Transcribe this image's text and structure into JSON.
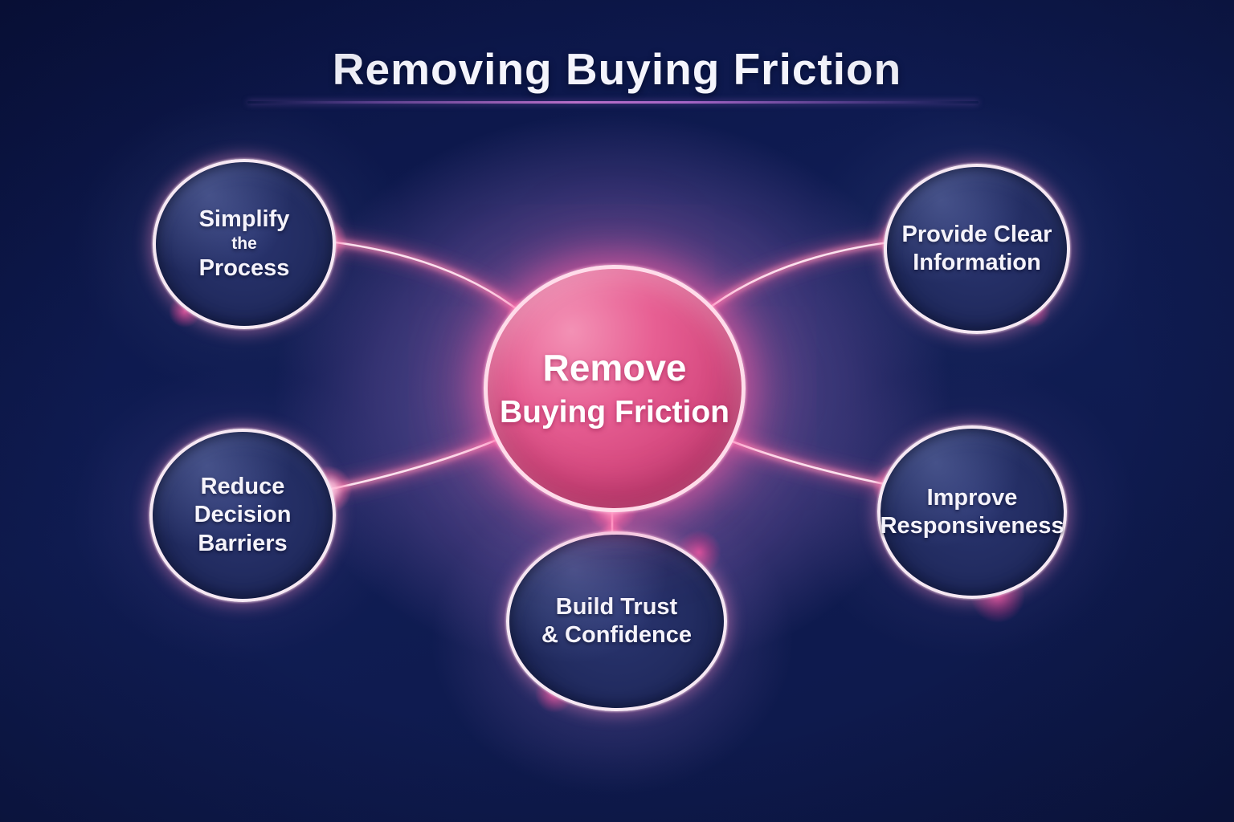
{
  "title": "Removing Buying Friction",
  "center": {
    "name": "remove-buying-friction",
    "lines": [
      "Remove",
      "Buying Friction"
    ]
  },
  "nodes": [
    {
      "name": "simplify-the-process",
      "lines": [
        "Simplify",
        "the",
        "Process"
      ]
    },
    {
      "name": "provide-clear-information",
      "lines": [
        "Provide Clear",
        "Information"
      ]
    },
    {
      "name": "reduce-decision-barriers",
      "lines": [
        "Reduce",
        "Decision",
        "Barriers"
      ]
    },
    {
      "name": "improve-responsiveness",
      "lines": [
        "Improve",
        "Responsiveness"
      ]
    },
    {
      "name": "build-trust-confidence",
      "lines": [
        "Build Trust",
        "& Confidence"
      ]
    }
  ],
  "colors": {
    "background_navy": "#0d1a4d",
    "halo_purple": "#7a64af",
    "center_pink": "#d94f82",
    "ring_white": "#ffdcea",
    "glow_pink": "#ff6fa5",
    "node_navy": "#222c61",
    "underline_purple": "#a565c6",
    "text": "#ffffff"
  }
}
